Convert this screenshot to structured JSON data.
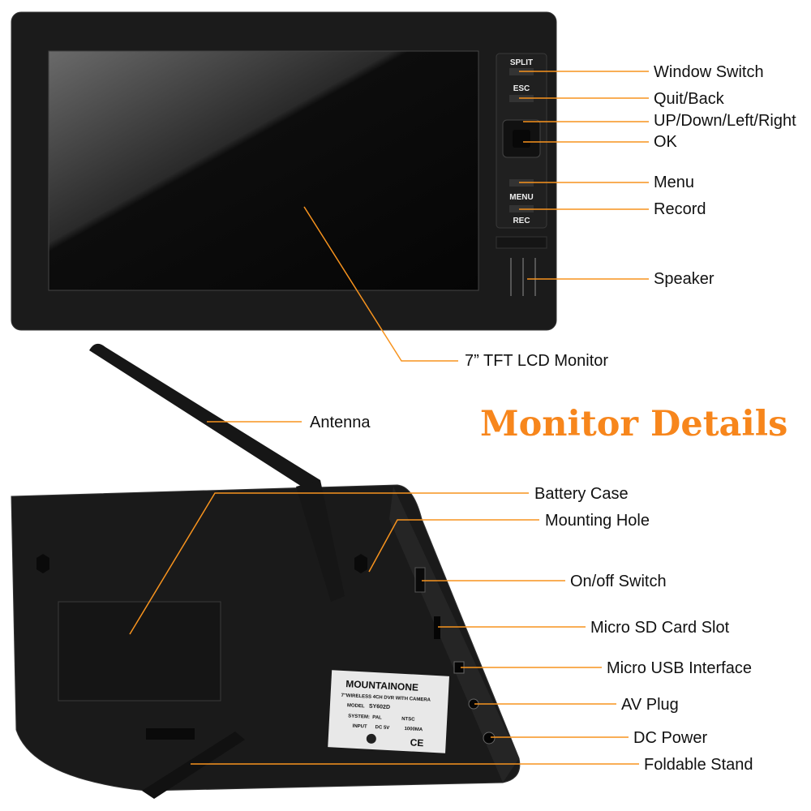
{
  "title": "Monitor Details",
  "accent_color": "#f7931e",
  "front_buttons": [
    "SPLIT",
    "ESC",
    "MENU",
    "REC"
  ],
  "labels": {
    "window_switch": "Window Switch",
    "quit_back": "Quit/Back",
    "direction": "UP/Down/Left/Right",
    "ok": "OK",
    "menu": "Menu",
    "record": "Record",
    "speaker": "Speaker",
    "lcd": "7” TFT LCD Monitor",
    "antenna": "Antenna",
    "battery_case": "Battery Case",
    "mounting_hole": "Mounting Hole",
    "onoff_switch": "On/off Switch",
    "micro_sd": "Micro SD Card Slot",
    "micro_usb": "Micro USB Interface",
    "av_plug": "AV Plug",
    "dc_power": "DC Power",
    "stand": "Foldable Stand"
  },
  "sticker": {
    "brand": "MOUNTAINONE",
    "line1": "7\"WIRELESS 4CH DVR WITH CAMERA",
    "model_label": "MODEL",
    "model": "SY602D",
    "system_label": "SYSTEM:",
    "pal": "PAL",
    "ntsc": "NTSC",
    "input_label": "INPUT",
    "input": "DC 5V",
    "current": "1000MA",
    "ce": "CE"
  }
}
